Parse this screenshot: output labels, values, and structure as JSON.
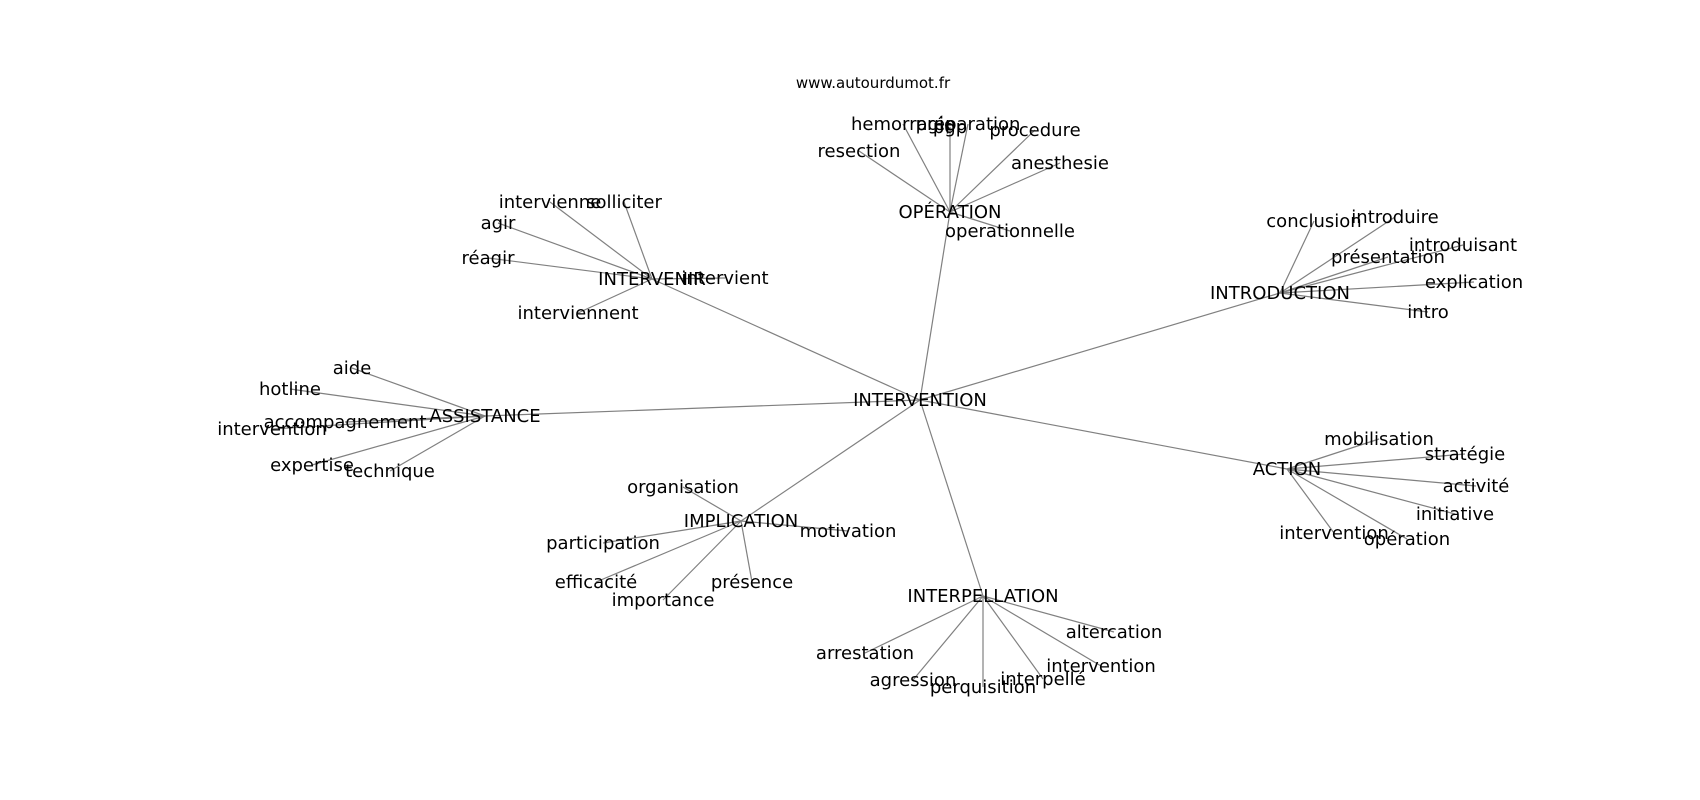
{
  "watermark": "www.autourdumot.fr",
  "colors": {
    "edge": "#808080",
    "text": "#000000",
    "background": "#ffffff"
  },
  "center": "INTERVENTION",
  "clusters": [
    {
      "label": "OPÉRATION",
      "words": [
        "hemorragie",
        "préparation",
        "pgp",
        "procedure",
        "resection",
        "anesthesie",
        "operationnelle"
      ]
    },
    {
      "label": "INTERVENIR",
      "words": [
        "interviennent",
        "solliciter",
        "intervienne",
        "agir",
        "réagir",
        "intervient"
      ]
    },
    {
      "label": "INTRODUCTION",
      "words": [
        "conclusion",
        "introduire",
        "introduisant",
        "présentation",
        "explication",
        "intro"
      ]
    },
    {
      "label": "ASSISTANCE",
      "words": [
        "aide",
        "hotline",
        "accompagnement",
        "intervention",
        "expertise",
        "technique"
      ]
    },
    {
      "label": "ACTION",
      "words": [
        "mobilisation",
        "stratégie",
        "activité",
        "initiative",
        "intervention",
        "opération"
      ]
    },
    {
      "label": "IMPLICATION",
      "words": [
        "organisation",
        "participation",
        "motivation",
        "efficacité",
        "importance",
        "présence"
      ]
    },
    {
      "label": "INTERPELLATION",
      "words": [
        "arrestation",
        "agression",
        "perquisition",
        "interpellé",
        "intervention",
        "altercation"
      ]
    }
  ]
}
